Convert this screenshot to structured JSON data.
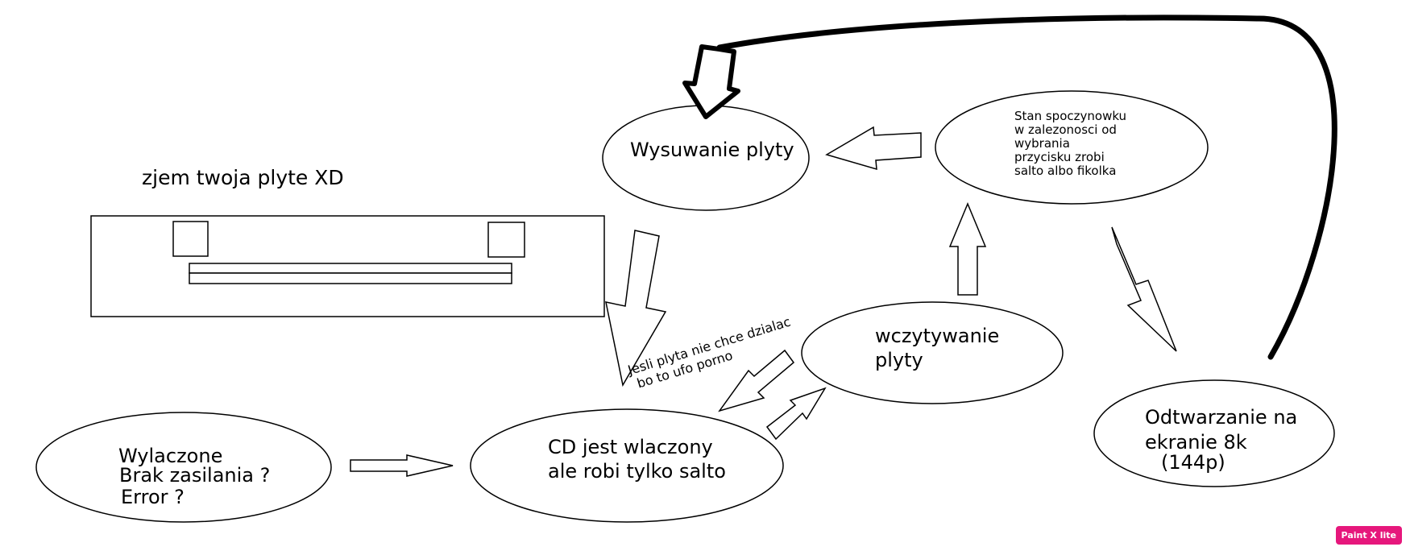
{
  "title": "zjem twoja plyte XD",
  "nodes": {
    "wylaczone": {
      "lines": [
        "Wylaczone",
        "Brak zasilania ?",
        "Error ?"
      ]
    },
    "cd_wlaczony": {
      "lines": [
        "CD jest wlaczony",
        "ale robi tylko salto"
      ]
    },
    "wczytywanie": {
      "lines": [
        "wczytywanie",
        "plyty"
      ]
    },
    "wysuwanie": {
      "lines": [
        "Wysuwanie plyty"
      ]
    },
    "spoczynek": {
      "lines": [
        "Stan spoczynowku",
        "w zalezonosci od",
        "wybrania",
        "przycisku zrobi",
        "salto albo fikolka"
      ]
    },
    "odtwarzanie": {
      "lines": [
        "Odtwarzanie na",
        "ekranie 8k",
        "(144p)"
      ]
    }
  },
  "annotation": {
    "lines": [
      "Jesli plyta nie chce dzialac",
      "bo to ufo porno"
    ]
  },
  "badge": "Paint X lite",
  "colors": {
    "stroke": "#000000",
    "background": "#ffffff",
    "badge": "#e6177c"
  },
  "icons": {
    "arrows": "hollow-block-arrow",
    "return": "thick-curve-arrow"
  }
}
